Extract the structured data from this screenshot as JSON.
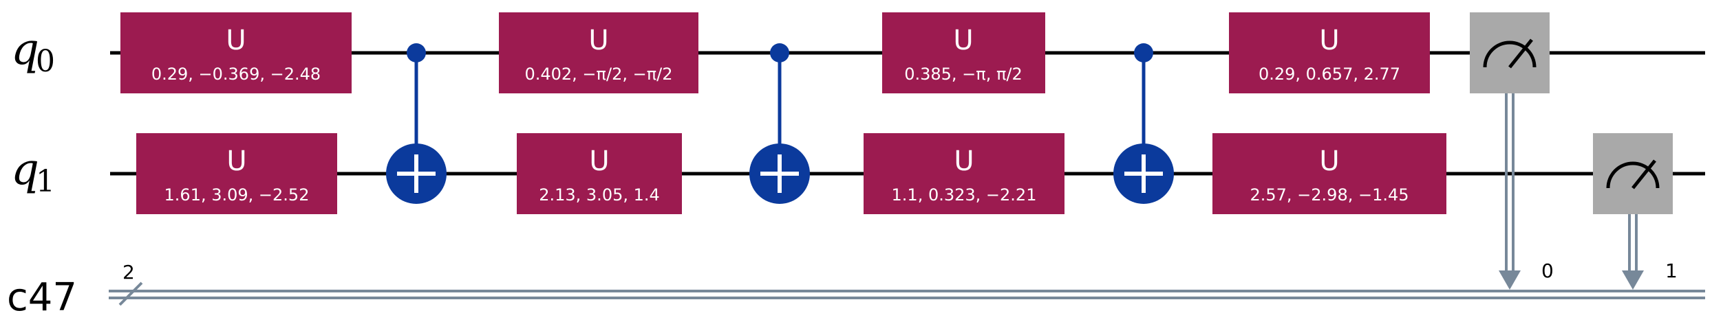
{
  "registers": {
    "q0": {
      "name": "q",
      "sub": "0"
    },
    "q1": {
      "name": "q",
      "sub": "1"
    },
    "classical": {
      "name": "c47",
      "width": "2"
    }
  },
  "colors": {
    "u_gate": "#9C1B50",
    "cnot": "#0B3A9C",
    "measure": "#A9A9A9",
    "classical_wire": "#778899",
    "quantum_wire": "#000000"
  },
  "icons": {
    "measure": "meter-icon",
    "target": "oplus-icon"
  },
  "gates": [
    {
      "qubit": 0,
      "name": "U",
      "params": "0.29, −0.369, −2.48"
    },
    {
      "qubit": 1,
      "name": "U",
      "params": "1.61, 3.09, −2.52"
    },
    {
      "qubit": 0,
      "name": "U",
      "params": "0.402, −π/2, −π/2"
    },
    {
      "qubit": 1,
      "name": "U",
      "params": "2.13, 3.05, 1.4"
    },
    {
      "qubit": 0,
      "name": "U",
      "params": "0.385, −π, π/2"
    },
    {
      "qubit": 1,
      "name": "U",
      "params": "1.1, 0.323, −2.21"
    },
    {
      "qubit": 0,
      "name": "U",
      "params": "0.29, 0.657, 2.77"
    },
    {
      "qubit": 1,
      "name": "U",
      "params": "2.57, −2.98, −1.45"
    }
  ],
  "cnots": [
    {
      "control": 0,
      "target": 1
    },
    {
      "control": 0,
      "target": 1
    },
    {
      "control": 0,
      "target": 1
    }
  ],
  "measurements": [
    {
      "qubit": 0,
      "clbit": "0"
    },
    {
      "qubit": 1,
      "clbit": "1"
    }
  ]
}
